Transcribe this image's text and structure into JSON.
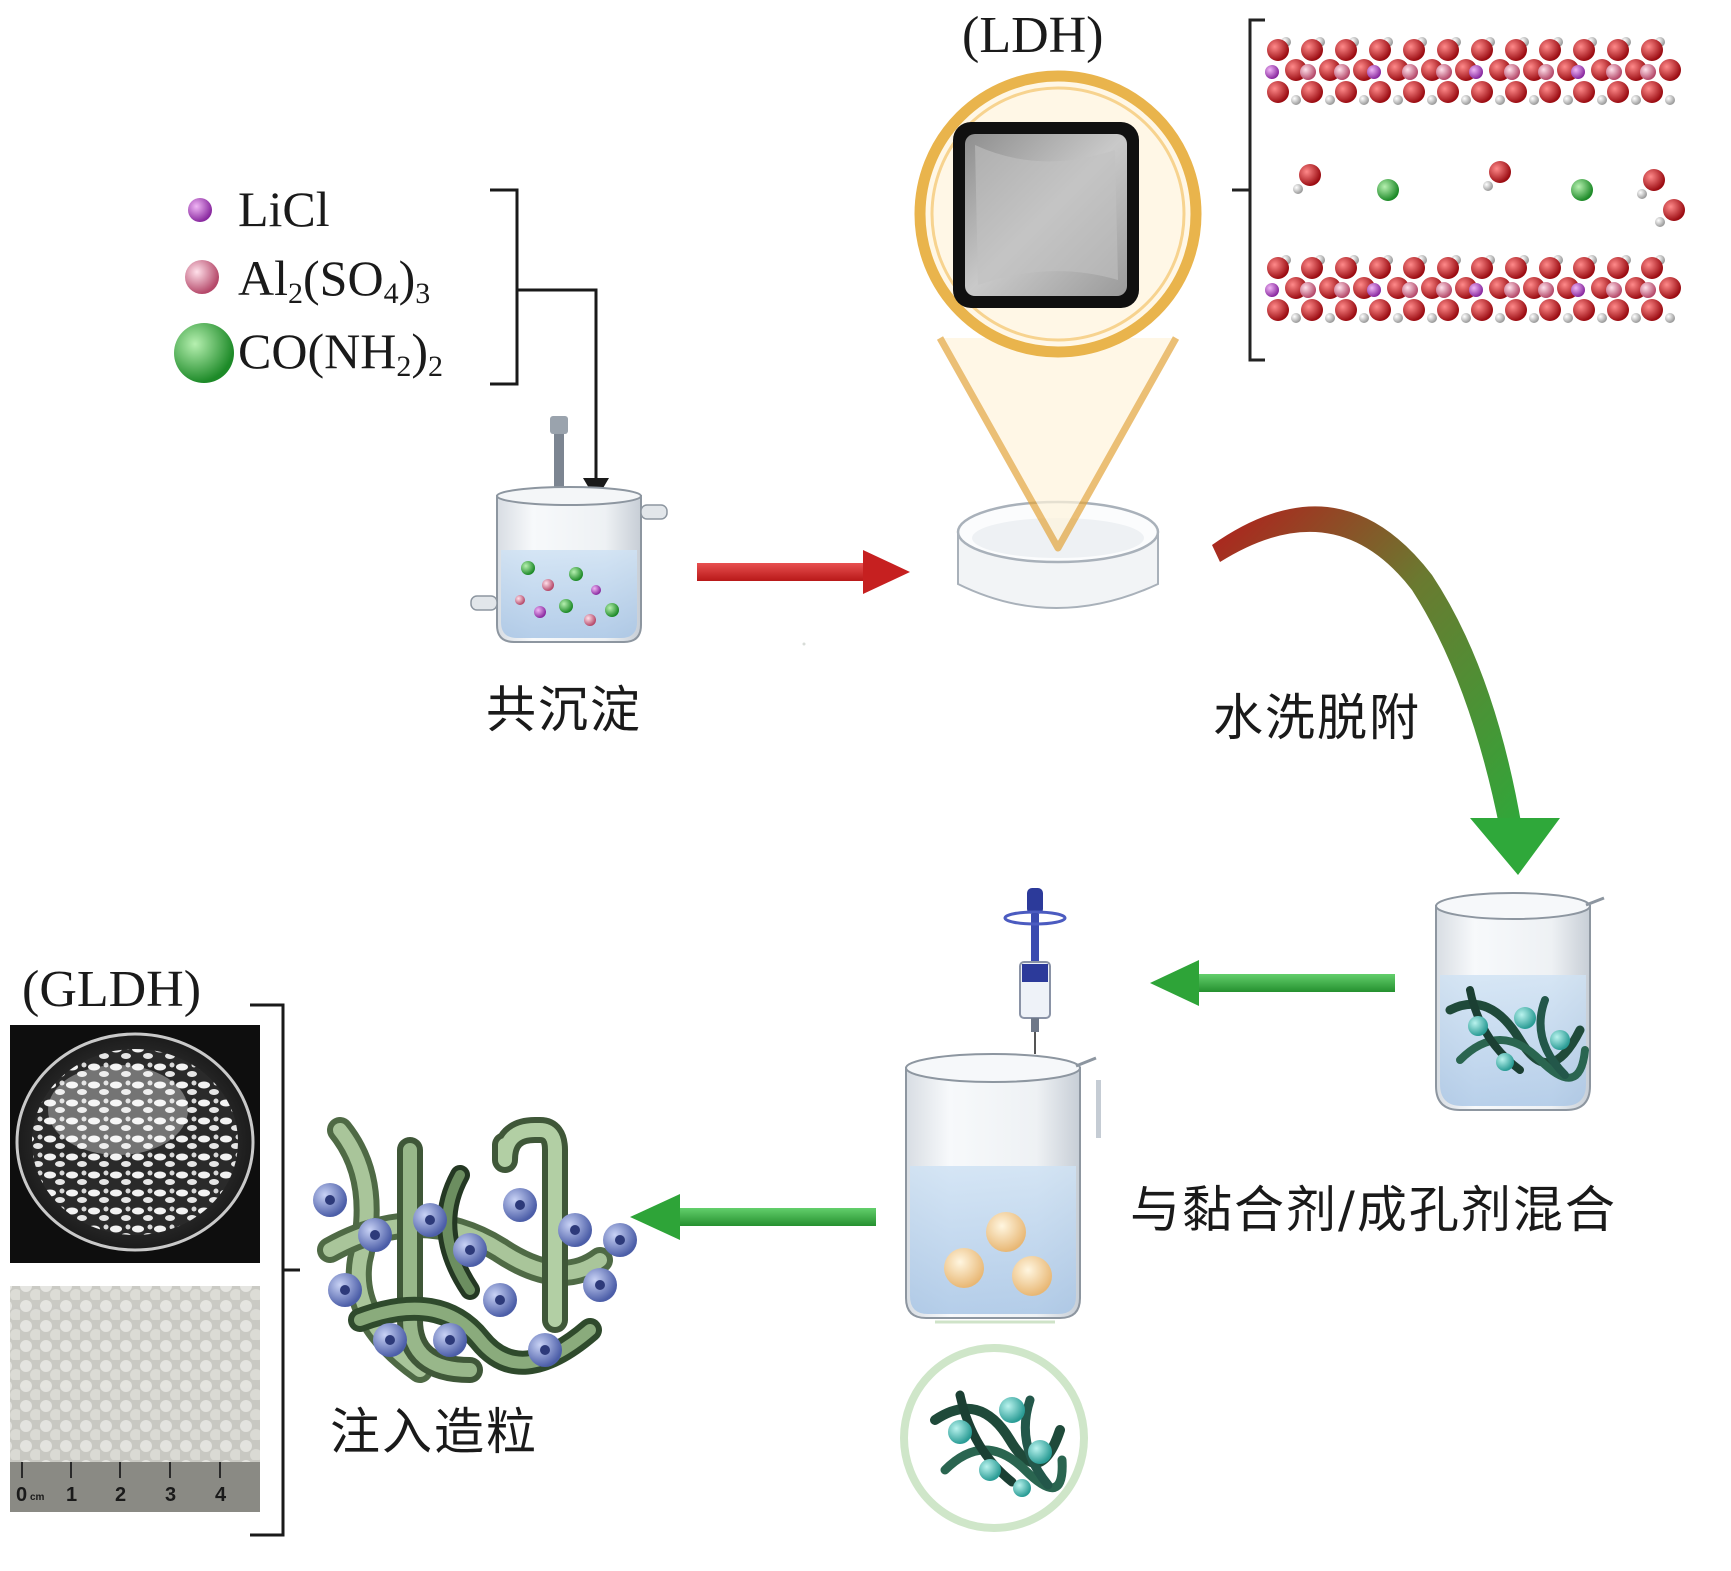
{
  "reagents": [
    {
      "formula_html": "LiCl",
      "color": "#c04fc8"
    },
    {
      "formula_html": "Al<sub>2</sub>(SO<sub>4</sub>)<sub>3</sub>",
      "color": "#d97a92"
    },
    {
      "formula_html": "CO(NH<sub>2</sub>)<sub>2</sub>",
      "color": "#2eb23a"
    }
  ],
  "steps": {
    "coprecipitation": "共沉淀",
    "water_wash_desorption": "水洗脱附",
    "mix_binder_poreformer": "与黏合剂/成孔剂混合",
    "injection_granulation": "注入造粒"
  },
  "products": {
    "ldh": "(LDH)",
    "gldh": "(GLDH)"
  },
  "ruler_ticks": [
    "0",
    "1",
    "2",
    "3",
    "4"
  ],
  "ruler_unit": "cm",
  "colors": {
    "red_arrow": "#d42a2a",
    "green_arrow": "#3db04a",
    "oxygen_red": "#c8141e",
    "aluminum_pink": "#e88aa6",
    "lithium_purple": "#a23bbf",
    "chloride_green": "#31b53e",
    "beaker_blue": "#bcd6ee",
    "bead_yellow": "#f5d8a6",
    "fiber_green": "#7a9a6e",
    "lens_gold": "#e9b44c"
  }
}
